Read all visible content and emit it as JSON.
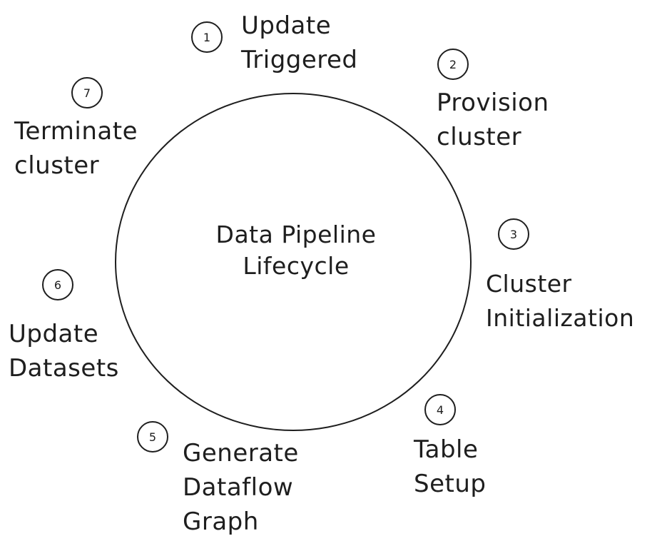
{
  "diagram": {
    "center": {
      "line1": "Data Pipeline",
      "line2": "Lifecycle"
    },
    "steps": [
      {
        "number": "1",
        "lines": [
          "Update",
          "Triggered"
        ]
      },
      {
        "number": "2",
        "lines": [
          "Provision",
          "cluster"
        ]
      },
      {
        "number": "3",
        "lines": [
          "Cluster",
          "Initialization"
        ]
      },
      {
        "number": "4",
        "lines": [
          "Table",
          "Setup"
        ]
      },
      {
        "number": "5",
        "lines": [
          "Generate",
          "Dataflow",
          "Graph"
        ]
      },
      {
        "number": "6",
        "lines": [
          "Update",
          "Datasets"
        ]
      },
      {
        "number": "7",
        "lines": [
          "Terminate",
          "cluster"
        ]
      }
    ]
  }
}
